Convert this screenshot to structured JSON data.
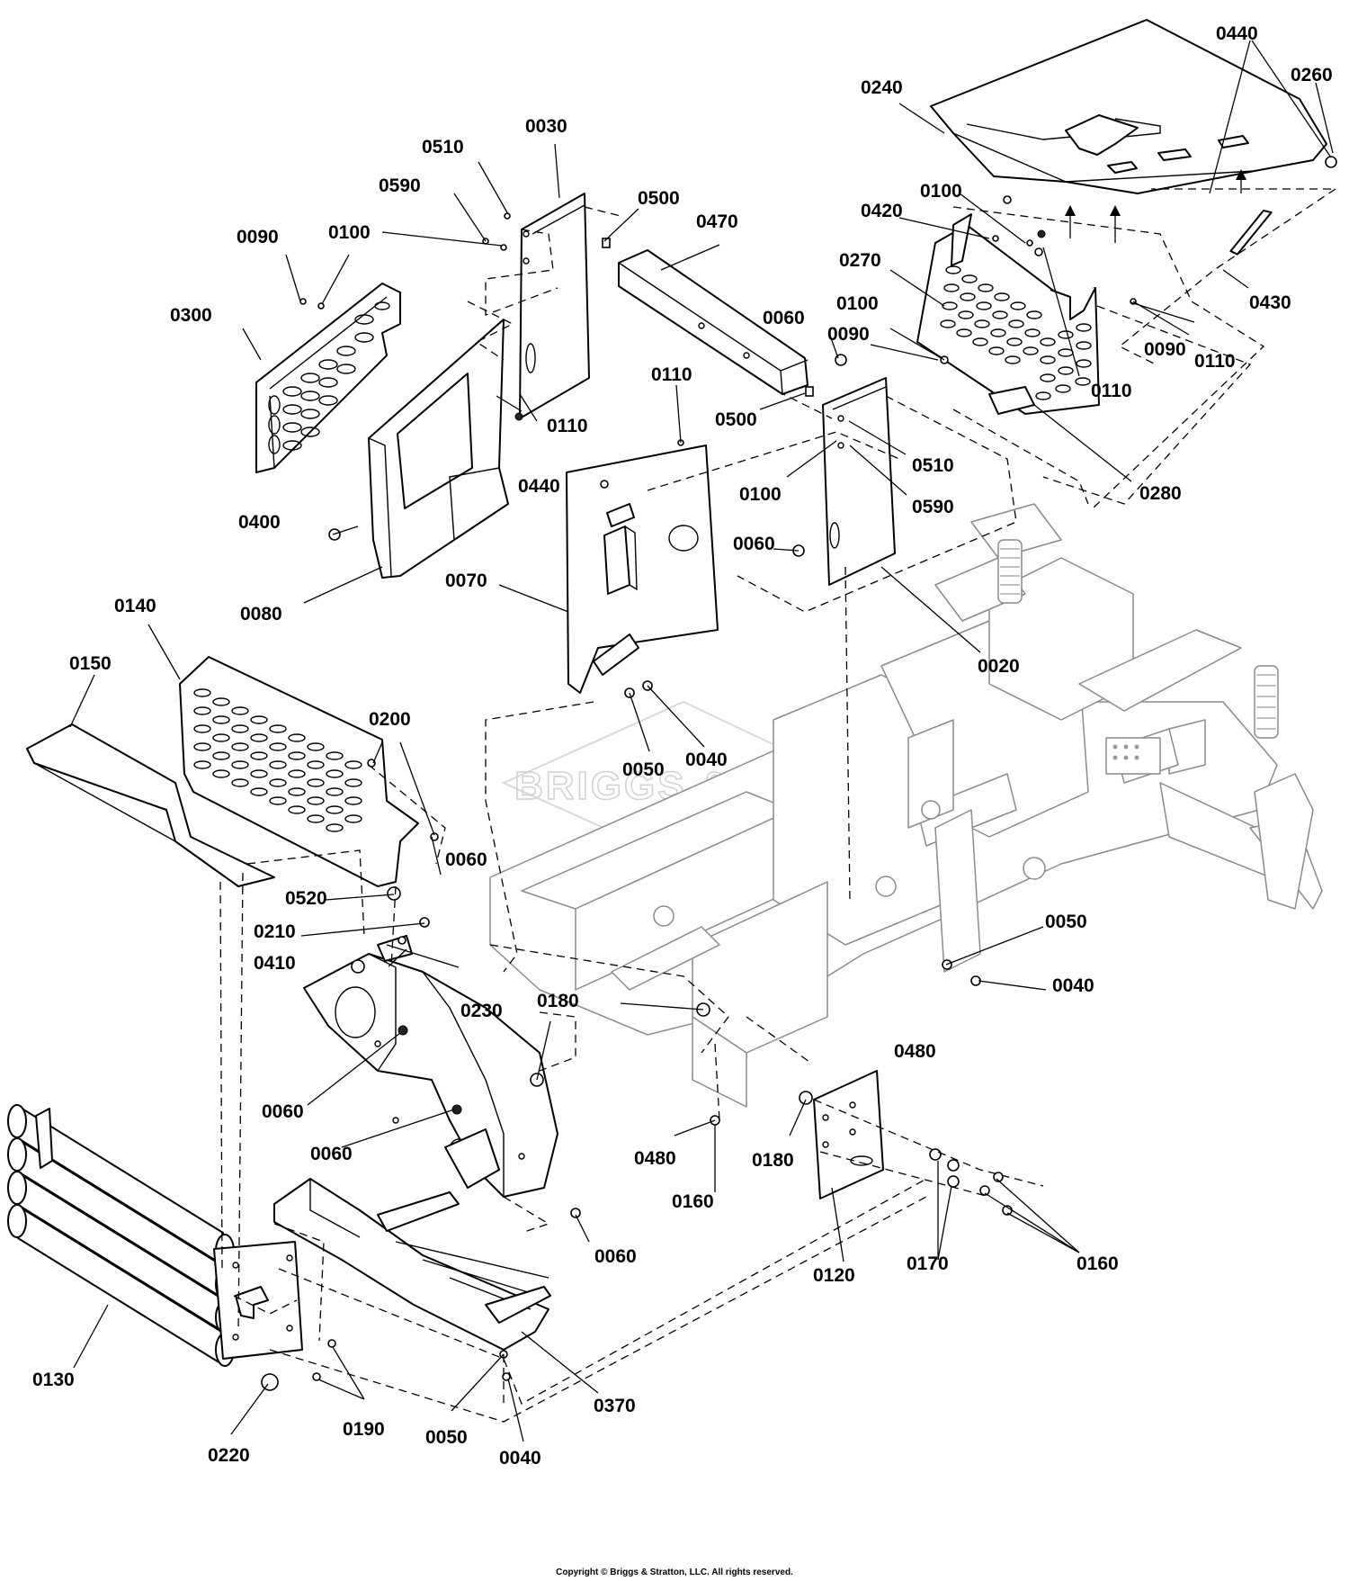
{
  "watermark": "BRIGGS & STRATTON",
  "copyright": "Copyright © Briggs & Stratton, LLC. All rights reserved.",
  "callouts": [
    {
      "label": "0440"
    },
    {
      "label": "0260"
    },
    {
      "label": "0240"
    },
    {
      "label": "0030"
    },
    {
      "label": "0510"
    },
    {
      "label": "0590"
    },
    {
      "label": "0100"
    },
    {
      "label": "0090"
    },
    {
      "label": "0500"
    },
    {
      "label": "0470"
    },
    {
      "label": "0300"
    },
    {
      "label": "0420"
    },
    {
      "label": "0100"
    },
    {
      "label": "0270"
    },
    {
      "label": "0060"
    },
    {
      "label": "0100"
    },
    {
      "label": "0090"
    },
    {
      "label": "0430"
    },
    {
      "label": "0090"
    },
    {
      "label": "0110"
    },
    {
      "label": "0110"
    },
    {
      "label": "0110"
    },
    {
      "label": "0500"
    },
    {
      "label": "0110"
    },
    {
      "label": "0510"
    },
    {
      "label": "0280"
    },
    {
      "label": "0440"
    },
    {
      "label": "0100"
    },
    {
      "label": "0590"
    },
    {
      "label": "0400"
    },
    {
      "label": "0060"
    },
    {
      "label": "0070"
    },
    {
      "label": "0080"
    },
    {
      "label": "0020"
    },
    {
      "label": "0140"
    },
    {
      "label": "0150"
    },
    {
      "label": "0200"
    },
    {
      "label": "0040"
    },
    {
      "label": "0050"
    },
    {
      "label": "0060"
    },
    {
      "label": "0520"
    },
    {
      "label": "0210"
    },
    {
      "label": "0050"
    },
    {
      "label": "0410"
    },
    {
      "label": "0230"
    },
    {
      "label": "0040"
    },
    {
      "label": "0180"
    },
    {
      "label": "0480"
    },
    {
      "label": "0060"
    },
    {
      "label": "0060"
    },
    {
      "label": "0480"
    },
    {
      "label": "0180"
    },
    {
      "label": "0160"
    },
    {
      "label": "0060"
    },
    {
      "label": "0120"
    },
    {
      "label": "0170"
    },
    {
      "label": "0160"
    },
    {
      "label": "0130"
    },
    {
      "label": "0370"
    },
    {
      "label": "0190"
    },
    {
      "label": "0050"
    },
    {
      "label": "0220"
    },
    {
      "label": "0040"
    }
  ]
}
